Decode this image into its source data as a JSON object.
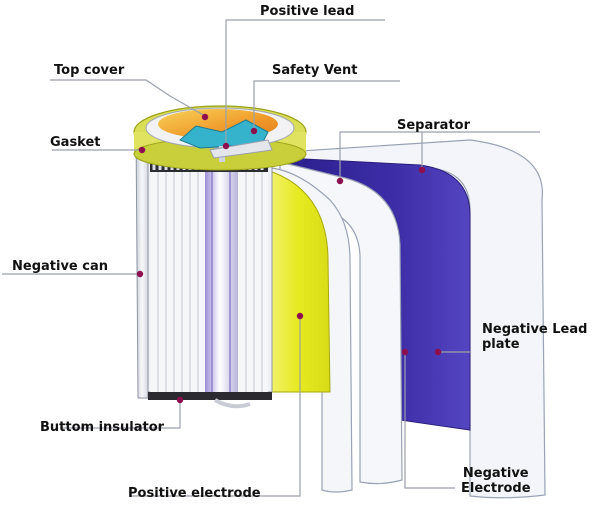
{
  "diagram": {
    "labels": {
      "positive_lead": "Positive lead",
      "top_cover": "Top cover",
      "safety_vent": "Safety Vent",
      "gasket": "Gasket",
      "separator": "Separator",
      "negative_can": "Negative can",
      "negative_lead_plate": "Negative Lead\nplate",
      "buttom_insulator": "Buttom insulator",
      "positive_electrode": "Positive electrode",
      "negative_electrode": "Negative\nElectrode"
    }
  },
  "colors": {
    "can_silver": "#e6e9ef",
    "separator_white": "#f3f5fa",
    "negative_electrode": "#3a2a9e",
    "positive_electrode": "#e8ec2a",
    "cover_yellow": "#f2e84a",
    "cover_orange": "#f0a22a",
    "vent_teal": "#37b6cf",
    "marker": "#8e0f4f",
    "leader_line": "#9aa0aa"
  }
}
